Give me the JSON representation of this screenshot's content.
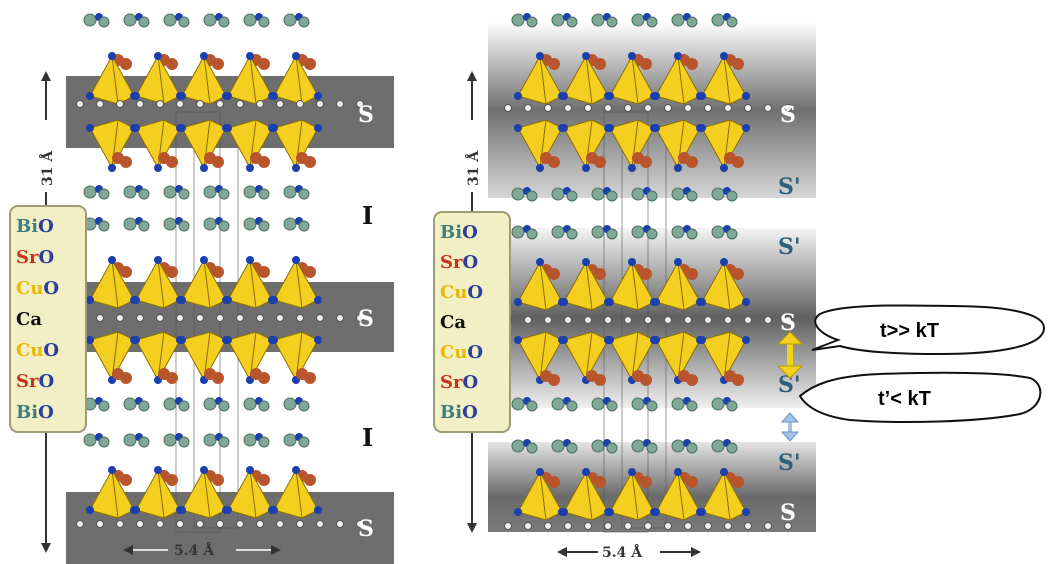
{
  "colors": {
    "octahedron": "#f5cf1f",
    "octahedron_edge": "#8a6d00",
    "cu_atom": "#1b3fae",
    "bismuth": "#7fa996",
    "strontium": "#b8552c",
    "oxygen": "#eeeeee",
    "legend_bg": "#f3efc4",
    "legend_border": "#9c9c78",
    "label_white": "#ffffff",
    "label_blue": "#2f5f7a",
    "arrow_yellow": "#f2d21a",
    "arrow_blue": "#9ec3e6"
  },
  "left_panel": {
    "height_label": "31 Å",
    "width_label": "5.4 Å",
    "slab_labels": [
      "S",
      "I",
      "S",
      "I",
      "S"
    ],
    "legend": [
      {
        "el": "Bi",
        "ox": "O",
        "color": "#3d7f7f"
      },
      {
        "el": "Sr",
        "ox": "O",
        "color": "#c8321e"
      },
      {
        "el": "Cu",
        "ox": "O",
        "color": "#e8b800"
      },
      {
        "el": "Ca",
        "ox": "",
        "color": "#111111"
      },
      {
        "el": "Cu",
        "ox": "O",
        "color": "#e8b800"
      },
      {
        "el": "Sr",
        "ox": "O",
        "color": "#c8321e"
      },
      {
        "el": "Bi",
        "ox": "O",
        "color": "#3d7f7f"
      }
    ],
    "oxygen_color": "#2a3f9e"
  },
  "right_panel": {
    "height_label": "31 Å",
    "width_label": "5.4 Å",
    "slab_labels": [
      "S",
      "S'",
      "S'",
      "S",
      "S'",
      "S'",
      "S"
    ],
    "legend": [
      {
        "el": "Bi",
        "ox": "O",
        "color": "#3d7f7f"
      },
      {
        "el": "Sr",
        "ox": "O",
        "color": "#c8321e"
      },
      {
        "el": "Cu",
        "ox": "O",
        "color": "#e8b800"
      },
      {
        "el": "Ca",
        "ox": "",
        "color": "#111111"
      },
      {
        "el": "Cu",
        "ox": "O",
        "color": "#e8b800"
      },
      {
        "el": "Sr",
        "ox": "O",
        "color": "#c8321e"
      },
      {
        "el": "Bi",
        "ox": "O",
        "color": "#3d7f7f"
      }
    ]
  },
  "callouts": {
    "strong": "t>> kT",
    "weak": "t’< kT"
  }
}
